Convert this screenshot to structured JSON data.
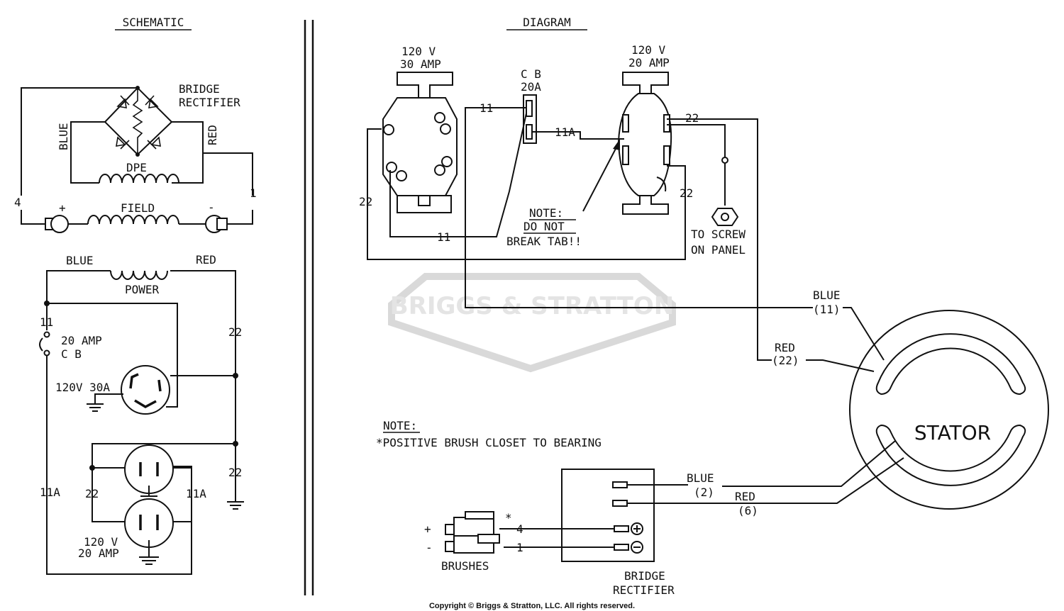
{
  "sections": {
    "schematic": "SCHEMATIC",
    "diagram": "DIAGRAM"
  },
  "schematic": {
    "bridge_rectifier": [
      "BRIDGE",
      "RECTIFIER"
    ],
    "blue": "BLUE",
    "red": "RED",
    "dpe": "DPE",
    "field": "FIELD",
    "lead_4": "4",
    "lead_1": "1",
    "plus": "+",
    "minus": "-",
    "power_blue": "BLUE",
    "power_red": "RED",
    "power": "POWER",
    "wire_11": "11",
    "cb": [
      "20 AMP",
      "C B"
    ],
    "wire_22_a": "22",
    "receptacle_30": "120V 30A",
    "wire_22_b": "22",
    "wire_11a_left": "11A",
    "wire_22_c": "22",
    "wire_11a_right": "11A",
    "receptacle_20": [
      "120 V",
      "20 AMP"
    ]
  },
  "diagram": {
    "recept_30": [
      "120 V",
      "30 AMP"
    ],
    "cb": [
      "C B",
      "20A"
    ],
    "recept_20": [
      "120 V",
      "20 AMP"
    ],
    "wire_11_top": "11",
    "wire_11a": "11A",
    "wire_22_right": "22",
    "wire_22_left": "22",
    "wire_11_bottom": "11",
    "wire_22_lower": "22",
    "note": [
      "NOTE:",
      "DO NOT",
      "BREAK TAB!!"
    ],
    "screw": [
      "TO SCREW",
      "ON PANEL"
    ],
    "blue": "BLUE",
    "blue_num": "(11)",
    "red": "RED",
    "red_num": "(22)",
    "stator": "STATOR",
    "brush_note_title": "NOTE:",
    "brush_note": "*POSITIVE BRUSH CLOSET TO BEARING",
    "rect_blue": "BLUE",
    "rect_blue_num": "(2)",
    "rect_red": "RED",
    "rect_red_num": "(6)",
    "brush_4": "4",
    "brush_1": "1",
    "plus": "+",
    "minus": "-",
    "brushes": "BRUSHES",
    "bridge_rectifier": [
      "BRIDGE",
      "RECTIFIER"
    ]
  },
  "watermark": "BRIGGS & STRATTON",
  "copyright": "Copyright © Briggs & Stratton, LLC. All rights reserved."
}
